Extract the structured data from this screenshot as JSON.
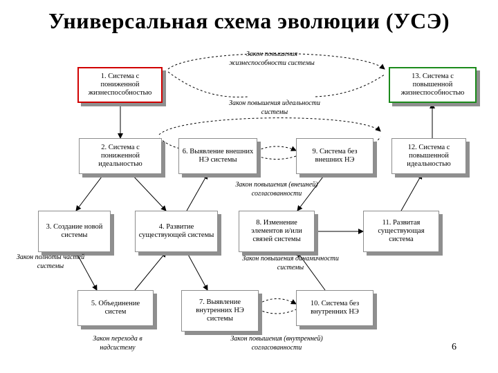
{
  "title": "Универсальная схема эволюции (УСЭ)",
  "boxes": {
    "b1": "1. Система с пониженной жизнеспособностью",
    "b2": "2. Система с пониженной идеальностью",
    "b3": "3. Создание новой системы",
    "b4": "4. Развитие существующей системы",
    "b5": "5. Объединение систем",
    "b6": "6. Выявление внешних НЭ системы",
    "b7": "7. Выявление внутренних НЭ системы",
    "b8": "8. Изменение элементов и/или связей системы",
    "b9": "9. Система без внешних НЭ",
    "b10": "10. Система без внутренних НЭ",
    "b11": "11. Развитая существующая система",
    "b12": "12. Система с повышенной идеальностью",
    "b13": "13. Система с повышенной жизнеспособностью"
  },
  "laws": {
    "viability": "Закон повышения жизнеспособности системы",
    "ideality": "Закон повышения идеальности системы",
    "external": "Закон повышения (внешней) согласованности",
    "completeness": "Закон полноты частей системы",
    "dynamism": "Закон повышения динамичности системы",
    "subsystem": "Закон перехода в надсистему",
    "internal": "Закон повышения (внутренней) согласованности"
  },
  "page_number": "6",
  "colors": {
    "red_border": "#d00000",
    "green_border": "#1a8a1a",
    "shadow": "#8f8f8f"
  }
}
